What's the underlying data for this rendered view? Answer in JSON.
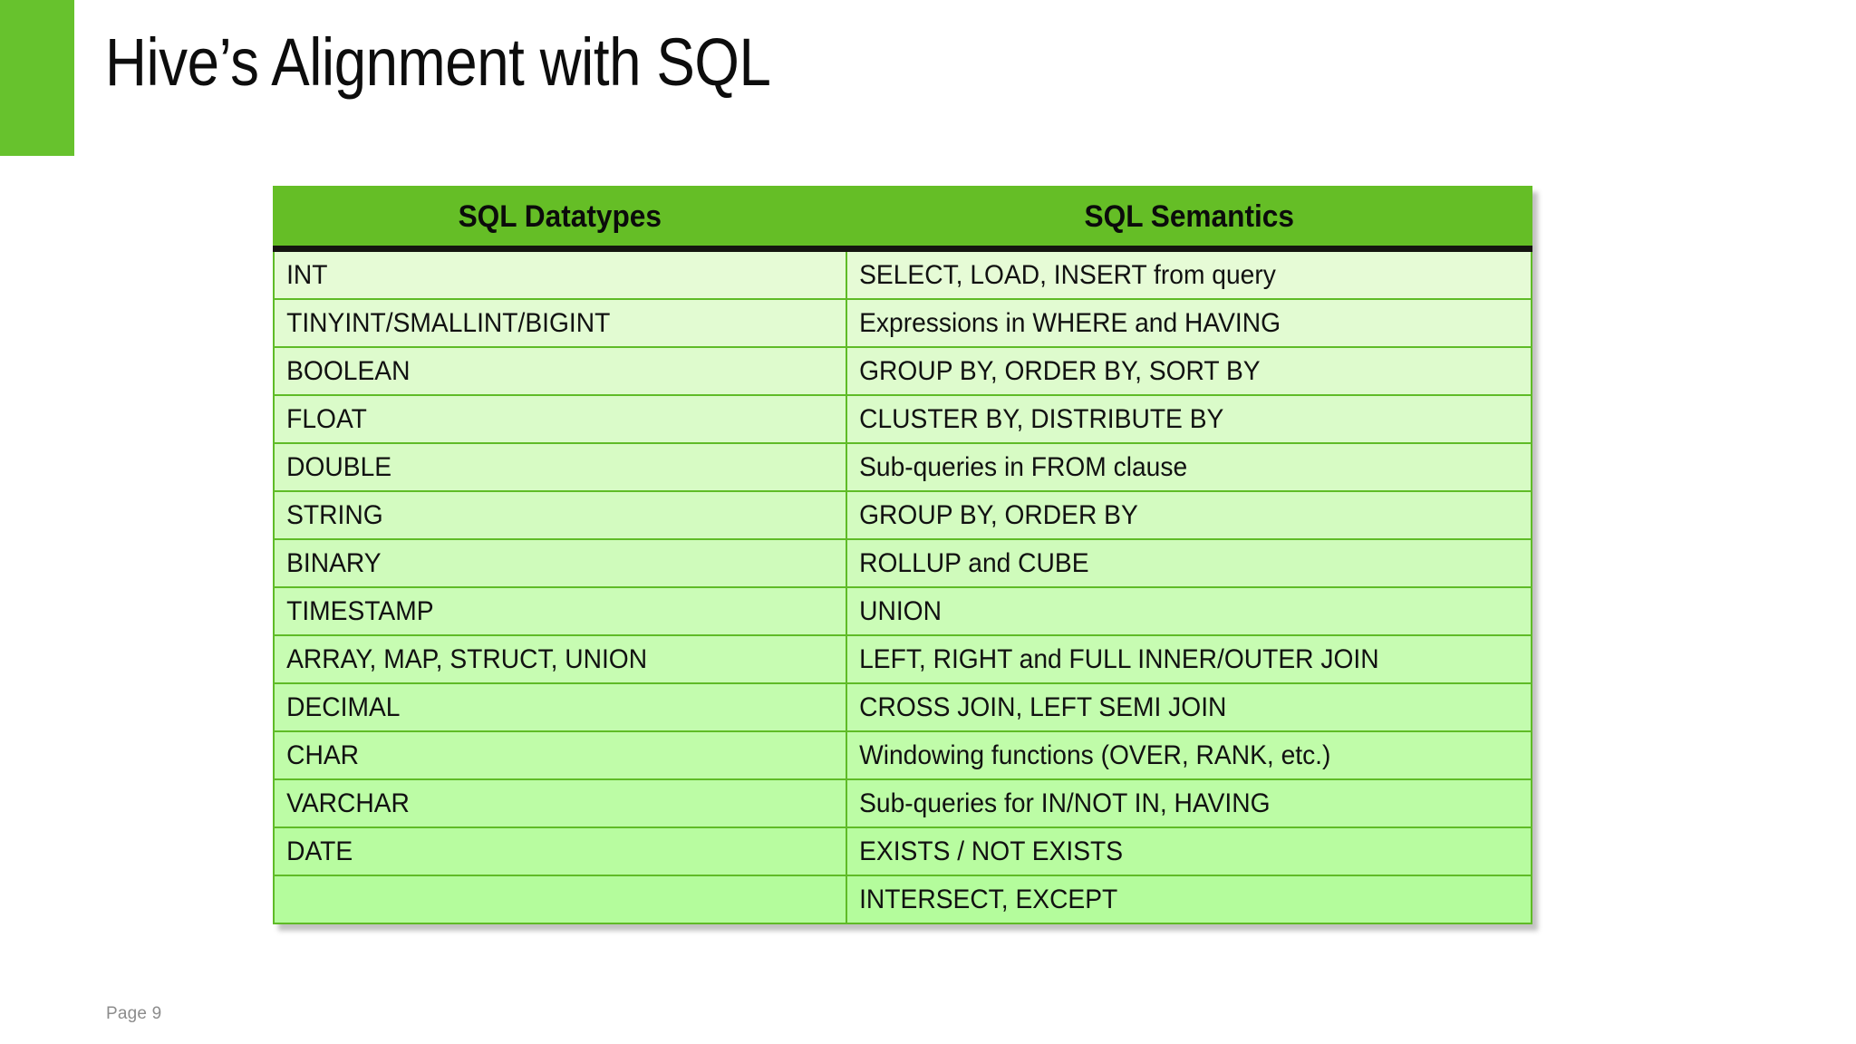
{
  "slide": {
    "title": "Hive’s Alignment with SQL",
    "page_label": "Page 9",
    "accent_color": "#67c22d",
    "header_color": "#65be26",
    "header_rule_color": "#151510",
    "cell_border_color": "#5fbb27",
    "row_gradient_top": "#e6fbd6",
    "row_gradient_bottom": "#b4fc9c",
    "title_color": "#0d0d0d",
    "page_label_color": "#8c8c8c",
    "background": "#ffffff"
  },
  "table": {
    "columns": [
      {
        "key": "datatypes",
        "label": "SQL Datatypes"
      },
      {
        "key": "semantics",
        "label": "SQL Semantics"
      }
    ],
    "rows": [
      {
        "datatypes": "INT",
        "semantics": "SELECT, LOAD, INSERT from query"
      },
      {
        "datatypes": "TINYINT/SMALLINT/BIGINT",
        "semantics": "Expressions in WHERE and HAVING"
      },
      {
        "datatypes": "BOOLEAN",
        "semantics": "GROUP BY, ORDER BY, SORT BY"
      },
      {
        "datatypes": "FLOAT",
        "semantics": "CLUSTER BY, DISTRIBUTE BY"
      },
      {
        "datatypes": "DOUBLE",
        "semantics": "Sub-queries in FROM clause"
      },
      {
        "datatypes": "STRING",
        "semantics": "GROUP BY, ORDER BY"
      },
      {
        "datatypes": "BINARY",
        "semantics": "ROLLUP and CUBE"
      },
      {
        "datatypes": "TIMESTAMP",
        "semantics": "UNION"
      },
      {
        "datatypes": "ARRAY, MAP, STRUCT, UNION",
        "semantics": "LEFT, RIGHT and FULL INNER/OUTER JOIN"
      },
      {
        "datatypes": "DECIMAL",
        "semantics": "CROSS JOIN, LEFT SEMI JOIN"
      },
      {
        "datatypes": "CHAR",
        "semantics": "Windowing functions (OVER, RANK, etc.)"
      },
      {
        "datatypes": "VARCHAR",
        "semantics": "Sub-queries for IN/NOT IN, HAVING"
      },
      {
        "datatypes": "DATE",
        "semantics": "EXISTS / NOT EXISTS"
      },
      {
        "datatypes": "",
        "semantics": "INTERSECT, EXCEPT"
      }
    ]
  }
}
